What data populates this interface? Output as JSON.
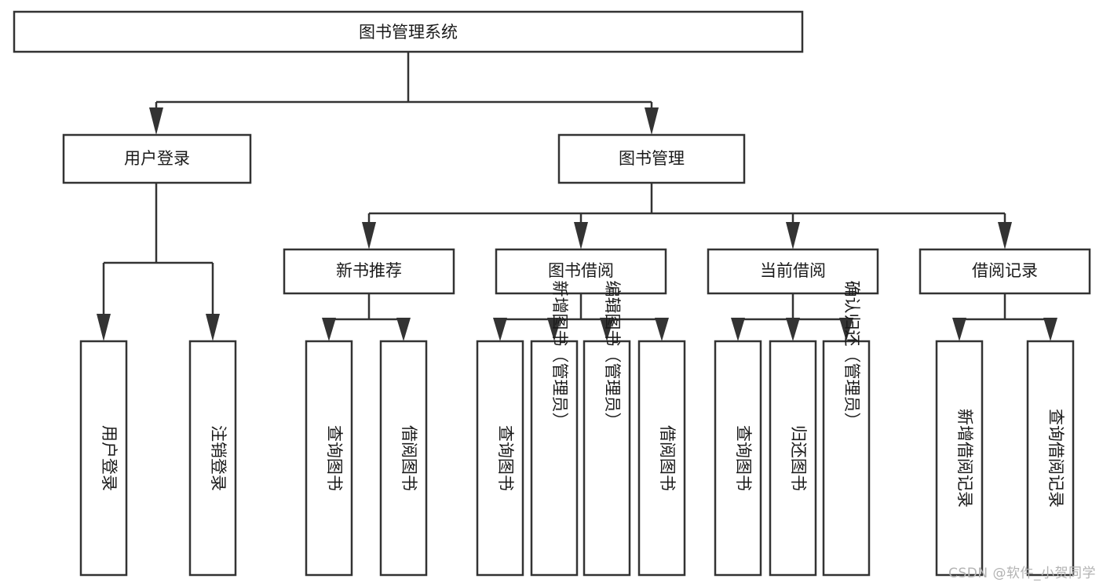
{
  "diagram": {
    "type": "tree",
    "title": "图书管理系统",
    "watermark": "CSDN @软件_小贺同学",
    "colors": {
      "stroke": "#333333",
      "box_fill": "#ffffff",
      "text": "#1a1a1a",
      "background": "#ffffff",
      "watermark": "#b3b3b3"
    },
    "root": {
      "label": "图书管理系统"
    },
    "level2": [
      {
        "label": "用户登录"
      },
      {
        "label": "图书管理"
      }
    ],
    "level3": [
      {
        "label": "新书推荐"
      },
      {
        "label": "图书借阅"
      },
      {
        "label": "当前借阅"
      },
      {
        "label": "借阅记录"
      }
    ],
    "leaves": {
      "user_login": [
        {
          "label": "用户登录"
        },
        {
          "label": "注销登录"
        }
      ],
      "new_book": [
        {
          "label": "查询图书"
        },
        {
          "label": "借阅图书"
        }
      ],
      "book_borrow": [
        {
          "label": "查询图书"
        },
        {
          "label": "新增图书（管理员）"
        },
        {
          "label": "编辑图书（管理员）"
        },
        {
          "label": "借阅图书"
        }
      ],
      "current_borrow": [
        {
          "label": "查询图书"
        },
        {
          "label": "归还图书"
        },
        {
          "label": "确认归还（管理员）"
        }
      ],
      "borrow_record": [
        {
          "label": "新增借阅记录"
        },
        {
          "label": "查询借阅记录"
        }
      ]
    }
  }
}
